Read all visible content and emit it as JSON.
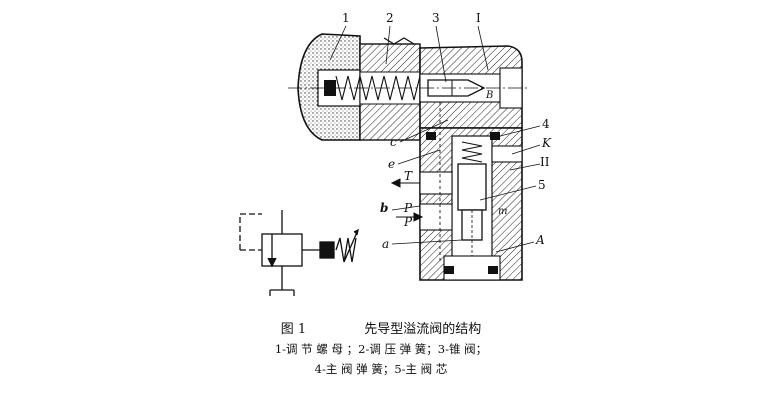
{
  "labels": {
    "part1": "1",
    "part2": "2",
    "part3": "3",
    "roman1": "I",
    "part4": "4",
    "K": "K",
    "roman2": "II",
    "c": "c",
    "e": "e",
    "T": "T",
    "part5": "5",
    "b": "b",
    "P1": "P",
    "P2": "P",
    "m": "m",
    "a": "a",
    "A": "A",
    "B": "B"
  },
  "caption": {
    "fig_num": "图 1",
    "title": "先导型溢流阀的结构",
    "line1": "1-调 节 螺 母 ；2-调 压 弹 簧；3-锥 阀；",
    "line2": "4-主 阀 弹 簧；5-主 阀 芯"
  }
}
